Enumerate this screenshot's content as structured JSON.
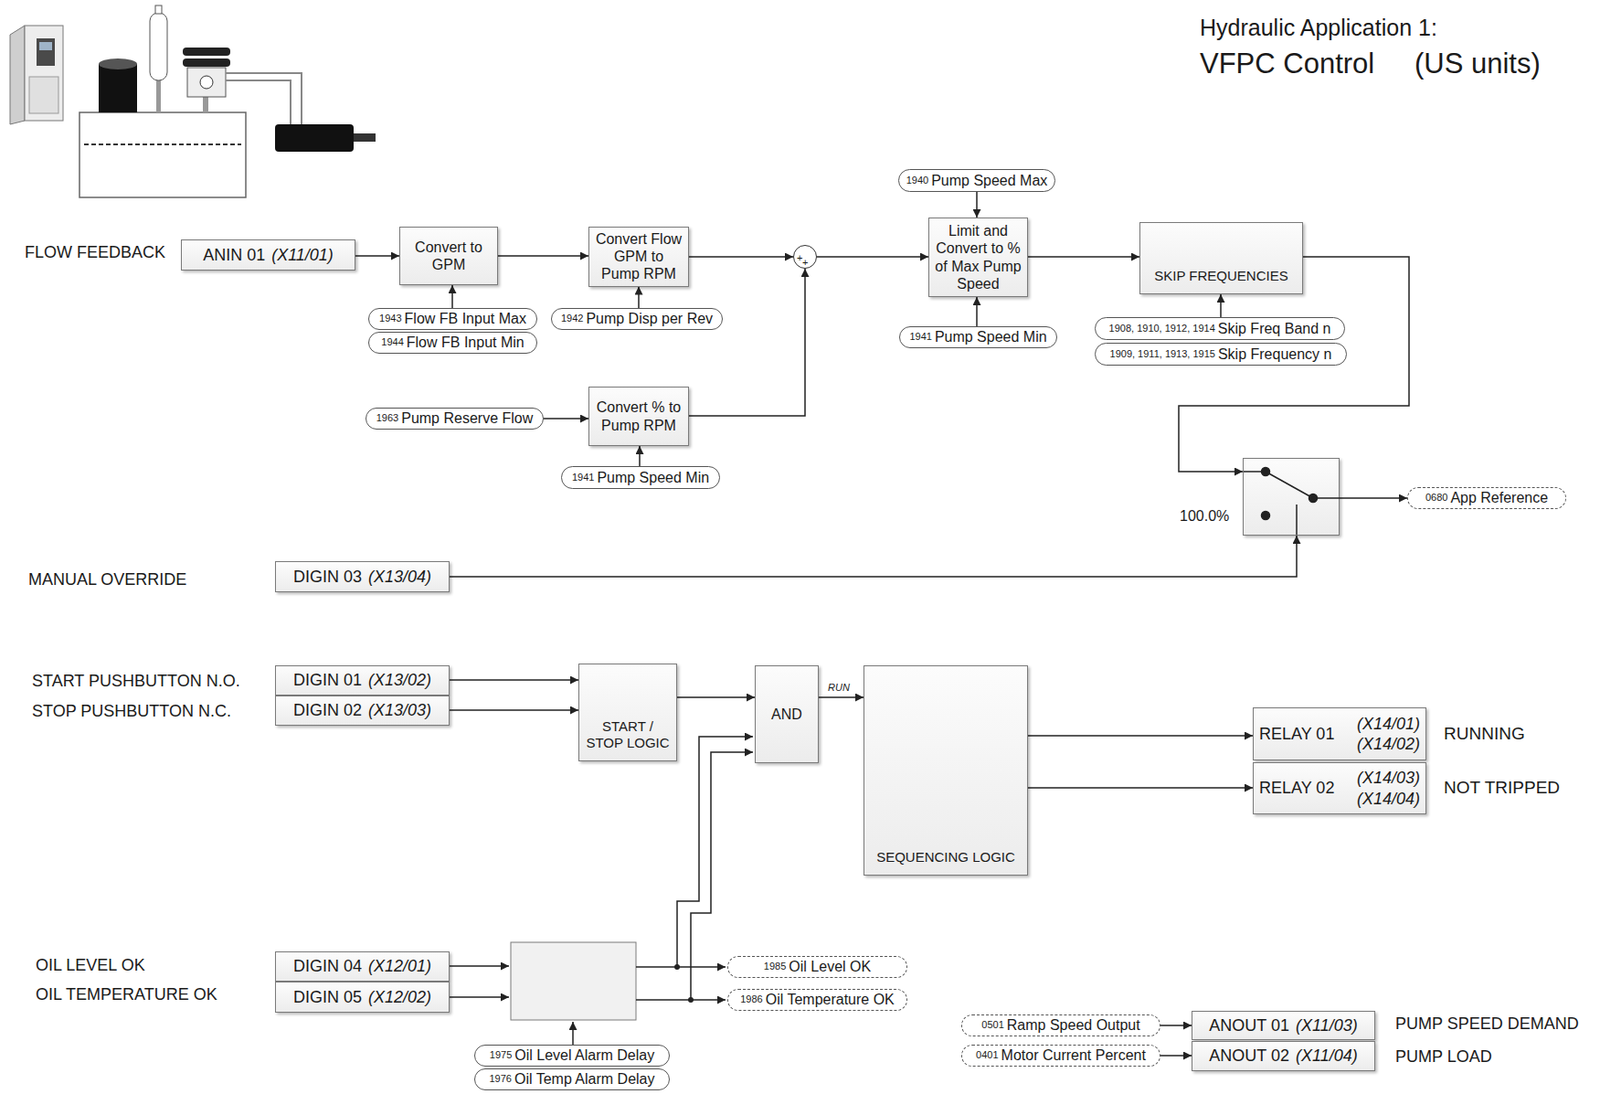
{
  "diagram": {
    "title": "Hydraulic Application 1:",
    "nodes": [
      {
        "text": [
          "1940",
          "Pump Speed Max"
        ]
      },
      {
        "text": [
          "ANIN 01",
          "(X11/01)"
        ]
      },
      {
        "text": [
          "Convert to GPM"
        ]
      },
      {
        "text": [
          "Convert Flow GPM to Pump RPM"
        ]
      },
      {
        "text": [
          "+",
          "+"
        ]
      },
      {
        "text": [
          "Limit and Convert to % of Max Pump Speed"
        ]
      },
      {
        "text": [
          "SKIP FREQUENCIES"
        ]
      },
      {
        "text": [
          "1943",
          "Flow FB Input Max"
        ]
      },
      {
        "text": [
          "1944",
          "Flow FB Input Min"
        ]
      },
      {
        "text": [
          "1942",
          "Pump Disp per Rev"
        ]
      },
      {
        "text": [
          "1941",
          "Pump Speed Min"
        ]
      },
      {
        "text": [
          "1908, 1910, 1912, 1914",
          "Skip Freq Band n"
        ]
      },
      {
        "text": [
          "1909, 1911, 1913, 1915",
          "Skip Frequency n"
        ]
      },
      {
        "text": [
          "1963",
          "Pump Reserve Flow"
        ]
      },
      {
        "text": [
          "Convert % to Pump RPM"
        ]
      },
      {
        "text": [
          "1941",
          "Pump Speed Min"
        ]
      },
      {
        "text": [
          "100.0%"
        ]
      },
      {
        "text": [
          "0680",
          "App Reference"
        ]
      },
      {
        "text": [
          "DIGIN 03",
          "(X13/04)"
        ]
      },
      {
        "text": [
          "DIGIN 01",
          "(X13/02)"
        ]
      },
      {
        "text": [
          "DIGIN 02",
          "(X13/03)"
        ]
      },
      {
        "text": [
          "START / STOP LOGIC"
        ]
      },
      {
        "text": [
          "AND"
        ]
      },
      {
        "text": [
          "SEQUENCING LOGIC"
        ]
      },
      {
        "text": [
          "RELAY 01",
          "(X14/01)",
          "(X14/02)"
        ]
      },
      {
        "text": [
          "RELAY 02",
          "(X14/03)",
          "(X14/04)"
        ]
      },
      {
        "text": [
          "DIGIN 04",
          "(X12/01)"
        ]
      },
      {
        "text": [
          "DIGIN 05",
          "(X12/02)"
        ]
      },
      {
        "text": [
          "1985",
          "Oil Level OK"
        ]
      },
      {
        "text": [
          "1986",
          "Oil Temperature OK"
        ]
      },
      {
        "text": [
          "1975",
          "Oil Level Alarm Delay"
        ]
      },
      {
        "text": [
          "1976",
          "Oil Temp Alarm Delay"
        ]
      },
      {
        "text": [
          "0501",
          "Ramp Speed Output"
        ]
      },
      {
        "text": [
          "ANOUT 01",
          "(X11/03)"
        ]
      },
      {
        "text": [
          "0401",
          "Motor Current Percent"
        ]
      },
      {
        "text": [
          "ANOUT 02",
          "(X11/04)"
        ]
      }
    ],
    "edges": [
      {
        "from": 1,
        "to": 2,
        "arrow": "to"
      },
      {
        "from": 2,
        "to": 3,
        "arrow": "to"
      },
      {
        "from": 3,
        "to": 4,
        "arrow": "to"
      },
      {
        "from": 14,
        "to": 4,
        "arrow": "to"
      },
      {
        "from": 4,
        "to": 5,
        "arrow": "to"
      },
      {
        "from": 0,
        "to": 5,
        "arrow": "to"
      },
      {
        "from": 10,
        "to": 5,
        "arrow": "to"
      },
      {
        "from": 5,
        "to": 6,
        "arrow": "to"
      },
      {
        "from": 11,
        "to": 6,
        "arrow": "to"
      },
      {
        "from": 7,
        "to": 2,
        "arrow": "to"
      },
      {
        "from": 9,
        "to": 3,
        "arrow": "to"
      },
      {
        "from": 13,
        "to": 14,
        "arrow": "to"
      },
      {
        "from": 15,
        "to": 14,
        "arrow": "to"
      },
      {
        "from": 6,
        "to": 16,
        "arrow": "to"
      },
      {
        "from": 16,
        "to": 17,
        "arrow": "to"
      },
      {
        "from": 18,
        "to": 16,
        "arrow": "to"
      },
      {
        "from": 19,
        "to": 21,
        "arrow": "to"
      },
      {
        "from": 20,
        "to": 21,
        "arrow": "to"
      },
      {
        "from": 21,
        "to": 22,
        "arrow": "to"
      },
      {
        "from": 22,
        "to": 23,
        "label": "RUN",
        "arrow": "to"
      },
      {
        "from": 23,
        "to": 24,
        "arrow": "to"
      },
      {
        "from": 23,
        "to": 25,
        "arrow": "to"
      },
      {
        "from": 32,
        "to": 33,
        "arrow": "to"
      },
      {
        "from": 34,
        "to": 35,
        "arrow": "to"
      }
    ],
    "labels": [
      "VFPC Control",
      "(US units)",
      "FLOW FEEDBACK",
      "MANUAL OVERRIDE",
      "START PUSHBUTTON N.O.",
      "STOP PUSHBUTTON N.C.",
      "RUNNING",
      "NOT TRIPPED",
      "OIL LEVEL OK",
      "OIL TEMPERATURE OK",
      "PUMP SPEED DEMAND",
      "PUMP LOAD"
    ]
  }
}
